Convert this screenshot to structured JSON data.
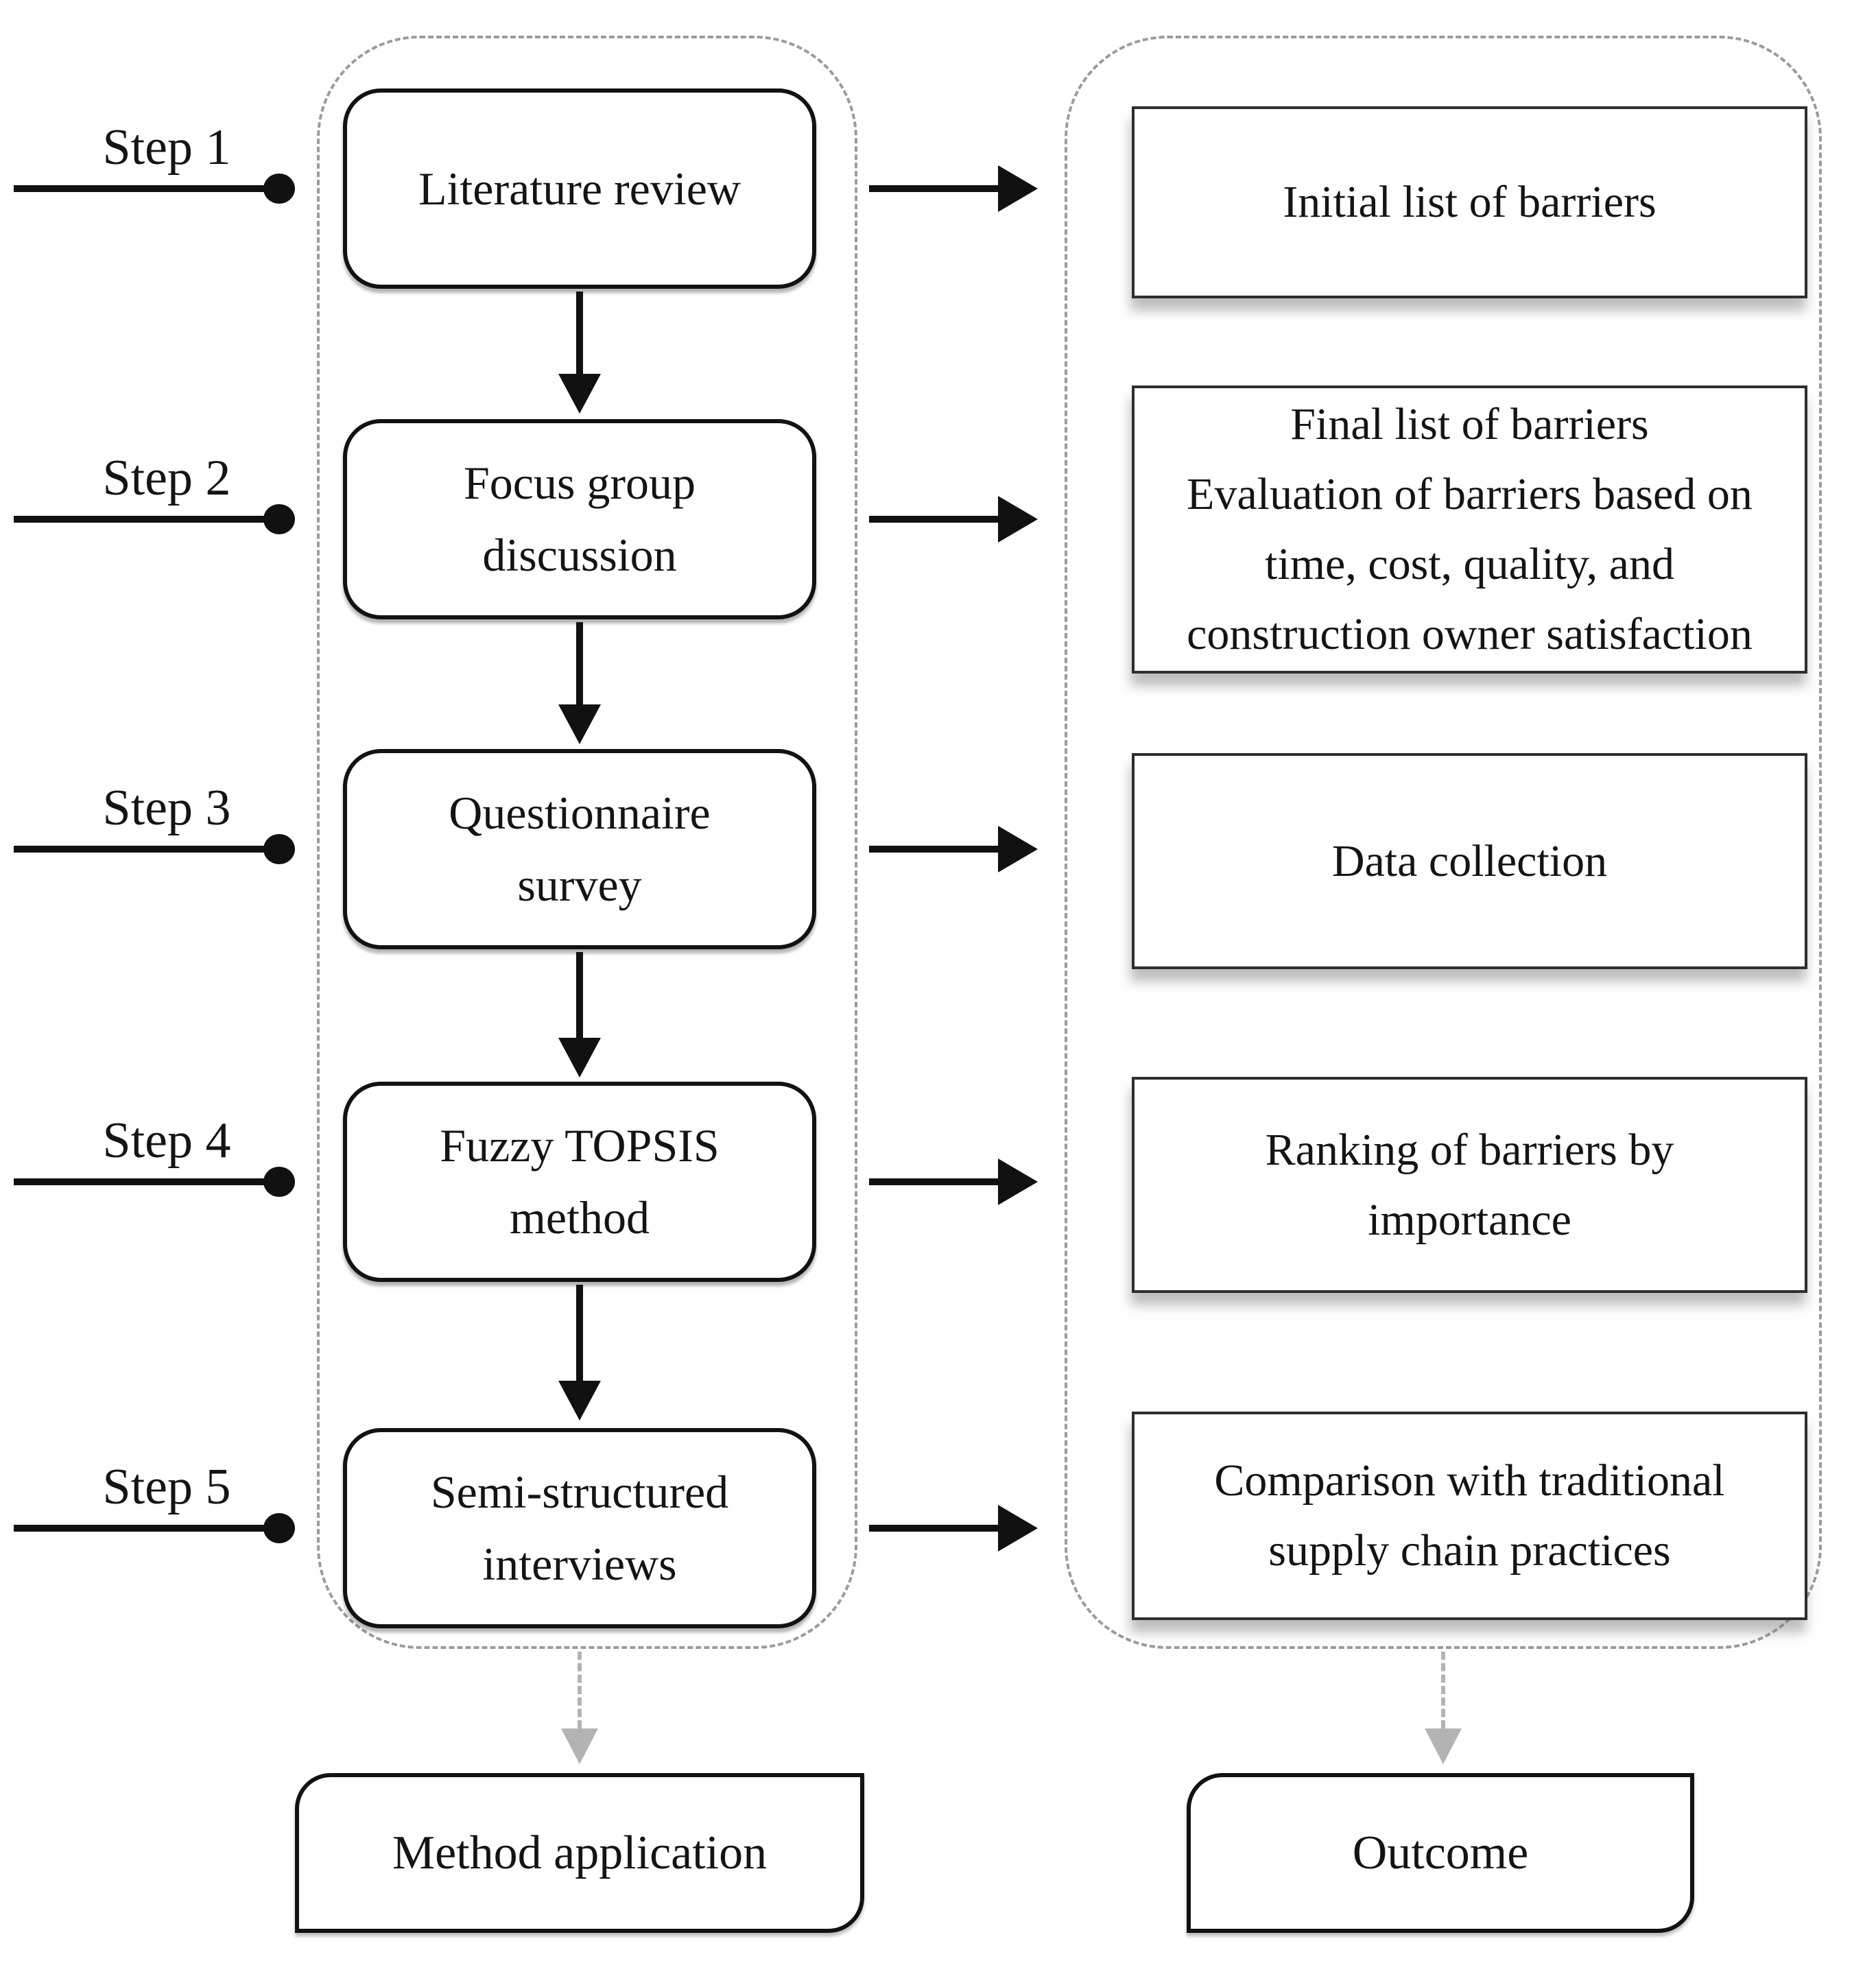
{
  "colors": {
    "ink": "#141414",
    "arrow_black": "#111111",
    "container_dash_border": "#9b9b9b",
    "gray_arrow": "#b3b3b3",
    "box_background": "#ffffff"
  },
  "steps": [
    {
      "label": "Step 1"
    },
    {
      "label": "Step 2"
    },
    {
      "label": "Step 3"
    },
    {
      "label": "Step 4"
    },
    {
      "label": "Step 5"
    }
  ],
  "methods": [
    {
      "lines": [
        "Literature review"
      ]
    },
    {
      "lines": [
        "Focus group",
        "discussion"
      ]
    },
    {
      "lines": [
        "Questionnaire",
        "survey"
      ]
    },
    {
      "lines": [
        "Fuzzy TOPSIS",
        "method"
      ]
    },
    {
      "lines": [
        "Semi-structured",
        "interviews"
      ]
    }
  ],
  "outcomes": [
    {
      "lines": [
        "Initial list of barriers"
      ]
    },
    {
      "lines": [
        "Final list of barriers",
        "Evaluation of barriers based on",
        "time, cost, quality, and",
        "construction owner satisfaction"
      ]
    },
    {
      "lines": [
        "Data collection"
      ]
    },
    {
      "lines": [
        "Ranking of barriers by",
        "importance"
      ]
    },
    {
      "lines": [
        "Comparison with traditional",
        "supply chain practices"
      ]
    }
  ],
  "footers": {
    "method_application": "Method application",
    "outcome": "Outcome"
  }
}
